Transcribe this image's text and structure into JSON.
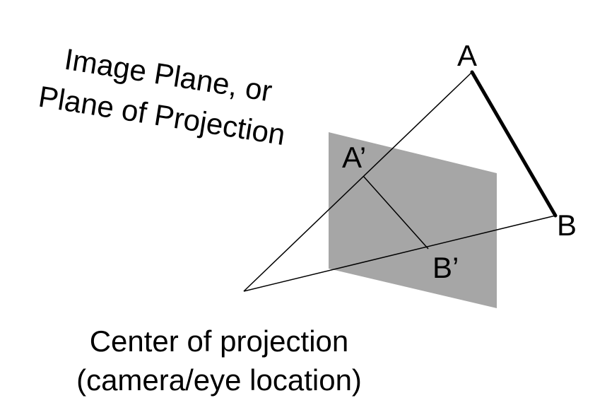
{
  "diagram": {
    "plane_label": {
      "line1": "Image Plane, or",
      "line2": "Plane of Projection"
    },
    "points": {
      "A": "A",
      "B": "B",
      "A_prime": "A’",
      "B_prime": "B’"
    },
    "center_label": {
      "line1": "Center of projection",
      "line2": "(camera/eye location)"
    },
    "colors": {
      "plane_fill": "#a6a6a6",
      "line": "#000000",
      "background": "#ffffff"
    }
  }
}
